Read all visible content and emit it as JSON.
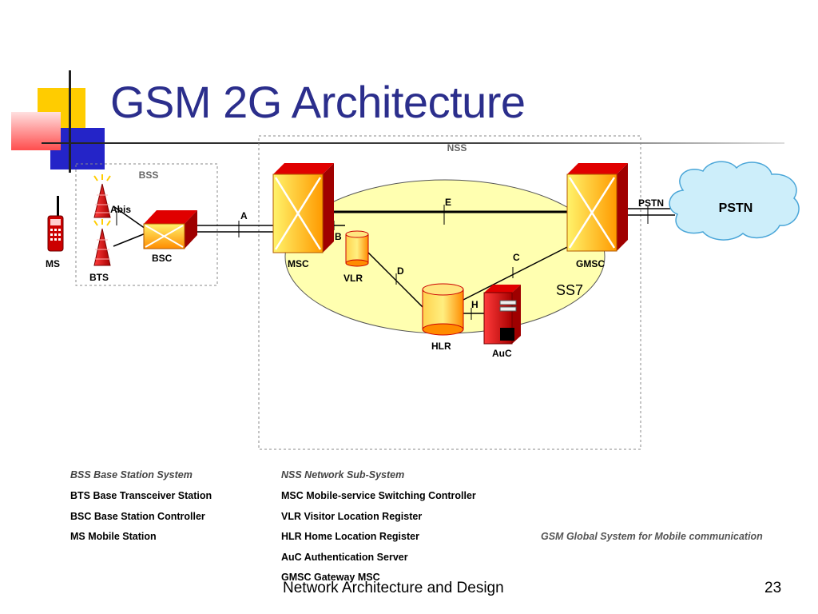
{
  "slide": {
    "title": "GSM 2G Architecture",
    "footer": "Network Architecture and Design",
    "page_number": "23"
  },
  "diagram": {
    "groups": {
      "bss": "BSS",
      "nss": "NSS",
      "ss7": "SS7"
    },
    "nodes": {
      "ms": "MS",
      "bts": "BTS",
      "bsc": "BSC",
      "msc": "MSC",
      "vlr": "VLR",
      "hlr": "HLR",
      "auc": "AuC",
      "gmsc": "GMSC",
      "pstn_cloud": "PSTN"
    },
    "interfaces": {
      "abis": "Abis",
      "a": "A",
      "b": "B",
      "c": "C",
      "d": "D",
      "e": "E",
      "h": "H",
      "pstn": "PSTN"
    },
    "colors": {
      "title": "#2b2e8c",
      "node_red": "#cc0000",
      "node_yellow": "#ffd700",
      "ss7_fill": "#ffffb0",
      "cloud_fill": "#cdeefa",
      "cloud_stroke": "#4aa6d8"
    }
  },
  "legend": {
    "bss_head": "BSS  Base Station System",
    "bts": "BTS  Base Transceiver Station",
    "bsc": "BSC  Base Station Controller",
    "ms": "MS  Mobile Station",
    "nss_head": "NSS  Network Sub-System",
    "msc": "MSC  Mobile-service Switching Controller",
    "vlr": "VLR  Visitor Location Register",
    "hlr": "HLR  Home Location Register",
    "auc": "AuC  Authentication Server",
    "gmsc": "GMSC  Gateway MSC",
    "gsm": "GSM  Global System for Mobile communication"
  }
}
